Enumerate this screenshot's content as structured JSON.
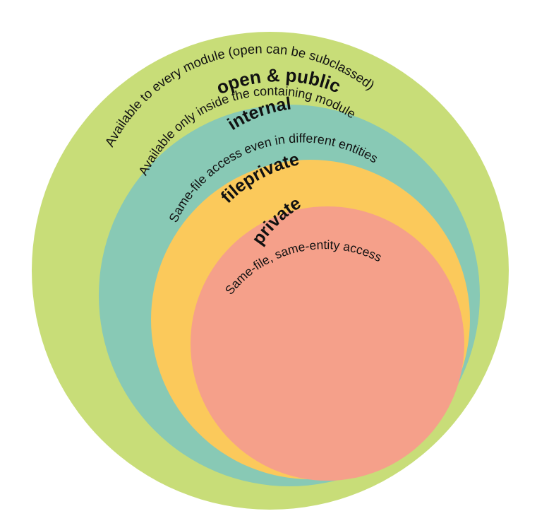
{
  "rings": [
    {
      "id": "open-public",
      "title": "open & public",
      "description": "Available to every module (open can be subclassed)",
      "color": "#c8dd78"
    },
    {
      "id": "internal",
      "title": "internal",
      "description": "Available only inside the containing module",
      "color": "#88c9b5"
    },
    {
      "id": "fileprivate",
      "title": "fileprivate",
      "description": "Same-file access even in different entities",
      "color": "#fbc95b"
    },
    {
      "id": "private",
      "title": "private",
      "description": "Same-file, same-entity access",
      "color": "#f5a08a"
    }
  ]
}
